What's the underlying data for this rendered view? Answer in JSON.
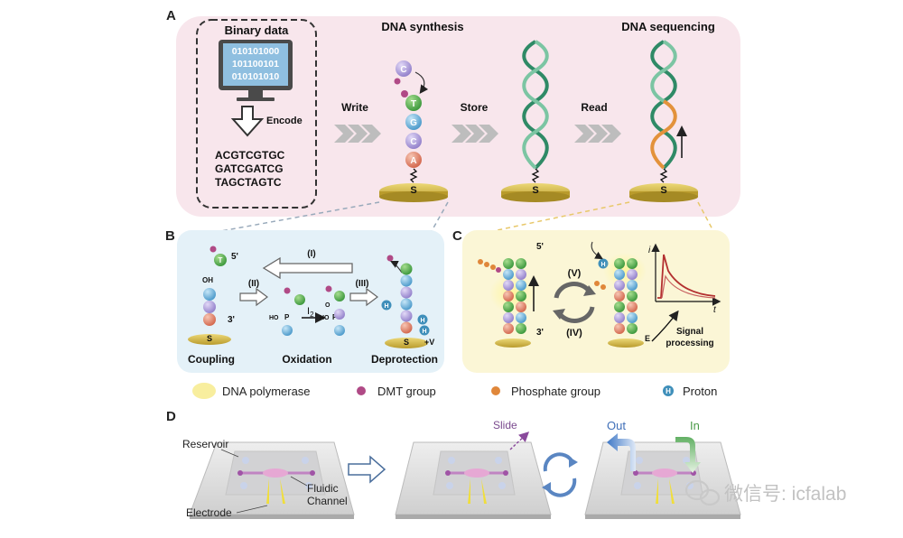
{
  "panels": {
    "A": {
      "letter": "A",
      "binary_title": "Binary data",
      "binary_lines": [
        "010101000",
        "101100101",
        "010101010"
      ],
      "encode_label": "Encode",
      "dna_lines": [
        "ACGTCGTGC",
        "GATCGATCG",
        "TAGCTAGTC"
      ],
      "synthesis_title": "DNA synthesis",
      "sequencing_title": "DNA sequencing",
      "write_label": "Write",
      "store_label": "Store",
      "read_label": "Read",
      "sulfur": "S",
      "bases": [
        "C",
        "T",
        "G",
        "C",
        "A"
      ]
    },
    "B": {
      "letter": "B",
      "five_prime": "5'",
      "three_prime": "3'",
      "step_I": "(I)",
      "step_II": "(II)",
      "step_III": "(III)",
      "oh": "OH",
      "iodine": "I",
      "iodine_sub": "2",
      "plus_v": "+V",
      "coupling": "Coupling",
      "oxidation": "Oxidation",
      "deprotection": "Deprotection",
      "h": "H",
      "p": "P",
      "o": "O",
      "ho": "HO"
    },
    "C": {
      "letter": "C",
      "five_prime": "5'",
      "three_prime": "3'",
      "step_V": "(V)",
      "step_IV": "(IV)",
      "e_label": "E",
      "i_label": "i",
      "t_label": "t",
      "signal_label_1": "Signal",
      "signal_label_2": "processing"
    },
    "legend": [
      {
        "label": "DNA polymerase",
        "color": "#f8ee9e"
      },
      {
        "label": "DMT group",
        "color": "#b04a86"
      },
      {
        "label": "Phosphate group",
        "color": "#e0873a"
      },
      {
        "label": "Proton",
        "color": "#3f8fba",
        "glyph": "H"
      }
    ],
    "D": {
      "letter": "D",
      "reservoir": "Reservoir",
      "fluidic_1": "Fluidic",
      "fluidic_2": "Channel",
      "electrode": "Electrode",
      "slide": "Slide",
      "out": "Out",
      "in": "In"
    }
  },
  "watermark": "微信号: icfalab",
  "colors": {
    "panelA_bg": "#f8e6ec",
    "panelB_bg": "#e4f1f8",
    "panelC_bg": "#fbf6d6",
    "gold": "#d8c24a",
    "helix_dark": "#2f8a66",
    "helix_light": "#7cc5a3",
    "base_T": "#4aa24a",
    "base_C": "#a79ad6",
    "base_G": "#6fb3d8",
    "base_A": "#e2826a"
  }
}
